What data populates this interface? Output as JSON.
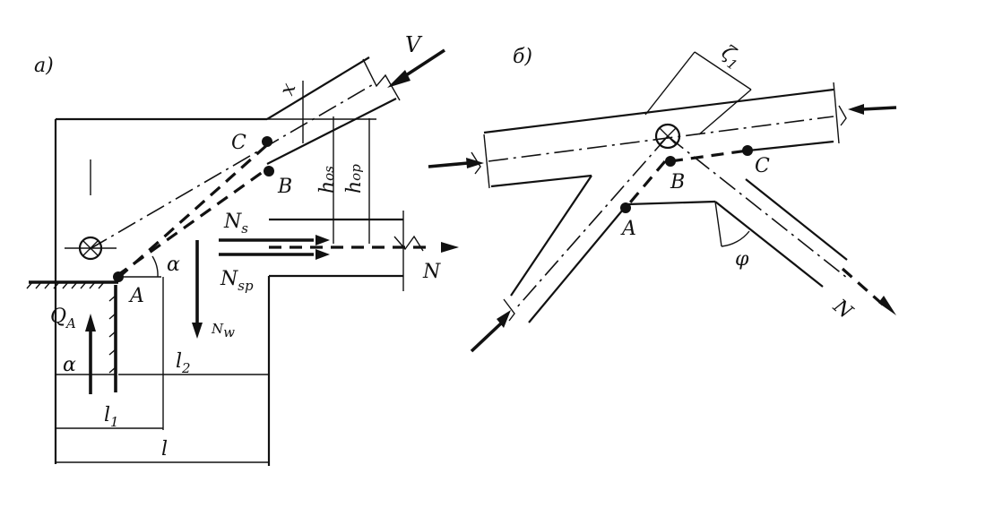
{
  "figure_a": {
    "panel_label": "а)",
    "labels": {
      "V": "V",
      "x": "x",
      "C": "C",
      "B": "B",
      "A": "A",
      "h_os": "h",
      "h_os_sub": "os",
      "h_op": "h",
      "h_op_sub": "op",
      "N_s": "N",
      "N_s_sub": "s",
      "N_sp": "N",
      "N_sp_sub": "sp",
      "N": "N",
      "N_w": "N",
      "N_w_sub": "w",
      "alpha_angle": "α",
      "alpha_dim": "α",
      "Q_A": "Q",
      "Q_A_sub": "A",
      "l_1": "l",
      "l_1_sub": "1",
      "l_2": "l",
      "l_2_sub": "2",
      "l": "l"
    }
  },
  "figure_b": {
    "panel_label": "б)",
    "labels": {
      "zeta_1": "ζ",
      "zeta_1_sub": "1",
      "A": "A",
      "B": "B",
      "C": "C",
      "phi": "φ",
      "N": "N"
    }
  }
}
